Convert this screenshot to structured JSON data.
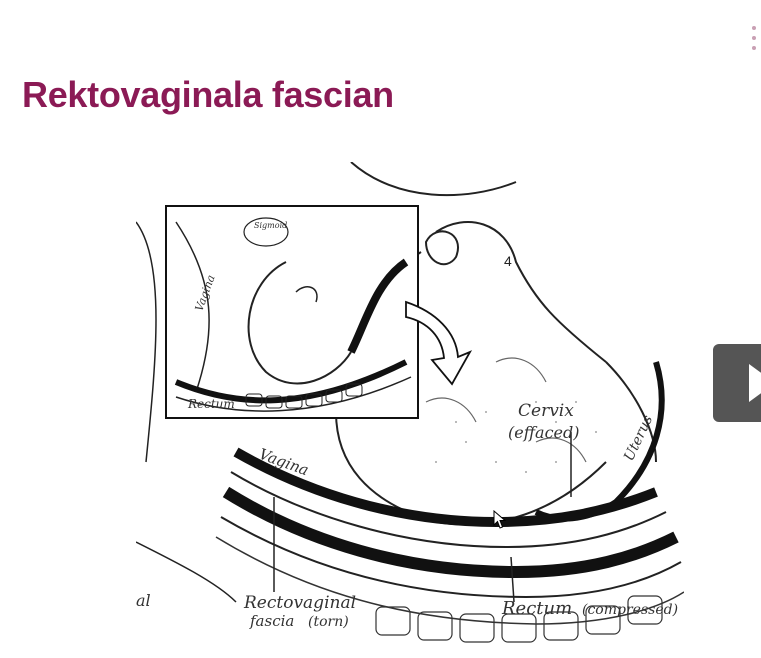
{
  "slide": {
    "title": "Rektovaginala fascian"
  },
  "figure": {
    "panel_number": "4",
    "inset_labels": {
      "sigmoid": "Sigmoid",
      "vagina": "Vagina",
      "rectum": "Rectum"
    },
    "labels": {
      "cervix": "Cervix",
      "effaced": "(effaced)",
      "uterus": "Uterus",
      "vagina": "Vagina",
      "rectovaginal": "Rectovaginal",
      "fascia": "fascia",
      "torn": "(torn)",
      "rectum": "Rectum",
      "compressed": "(compressed)",
      "cut_off": "al"
    }
  },
  "player": {
    "play_icon": "play-icon"
  }
}
